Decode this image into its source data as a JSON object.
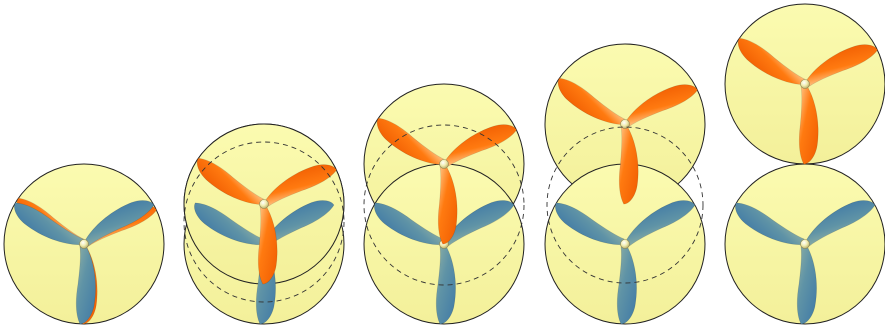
{
  "figure": {
    "background": "#ffffff",
    "disk_fill": "#fafaa8",
    "disk_stroke": "#222222",
    "dashed_stroke": "#333333",
    "stationary_rotor_color": "#5a8fa0",
    "moving_rotor_color": "#ff6a00",
    "hub_color": "#f3f0b0",
    "frames": [
      {
        "id": 1,
        "moving_rotor_shift": "overlapping",
        "swept_path_shown": false
      },
      {
        "id": 2,
        "moving_rotor_shift": "slightly-above",
        "swept_path_shown": true
      },
      {
        "id": 3,
        "moving_rotor_shift": "half-above",
        "swept_path_shown": true
      },
      {
        "id": 4,
        "moving_rotor_shift": "mostly-above",
        "swept_path_shown": true
      },
      {
        "id": 5,
        "moving_rotor_shift": "fully-above",
        "swept_path_shown": false
      }
    ]
  }
}
